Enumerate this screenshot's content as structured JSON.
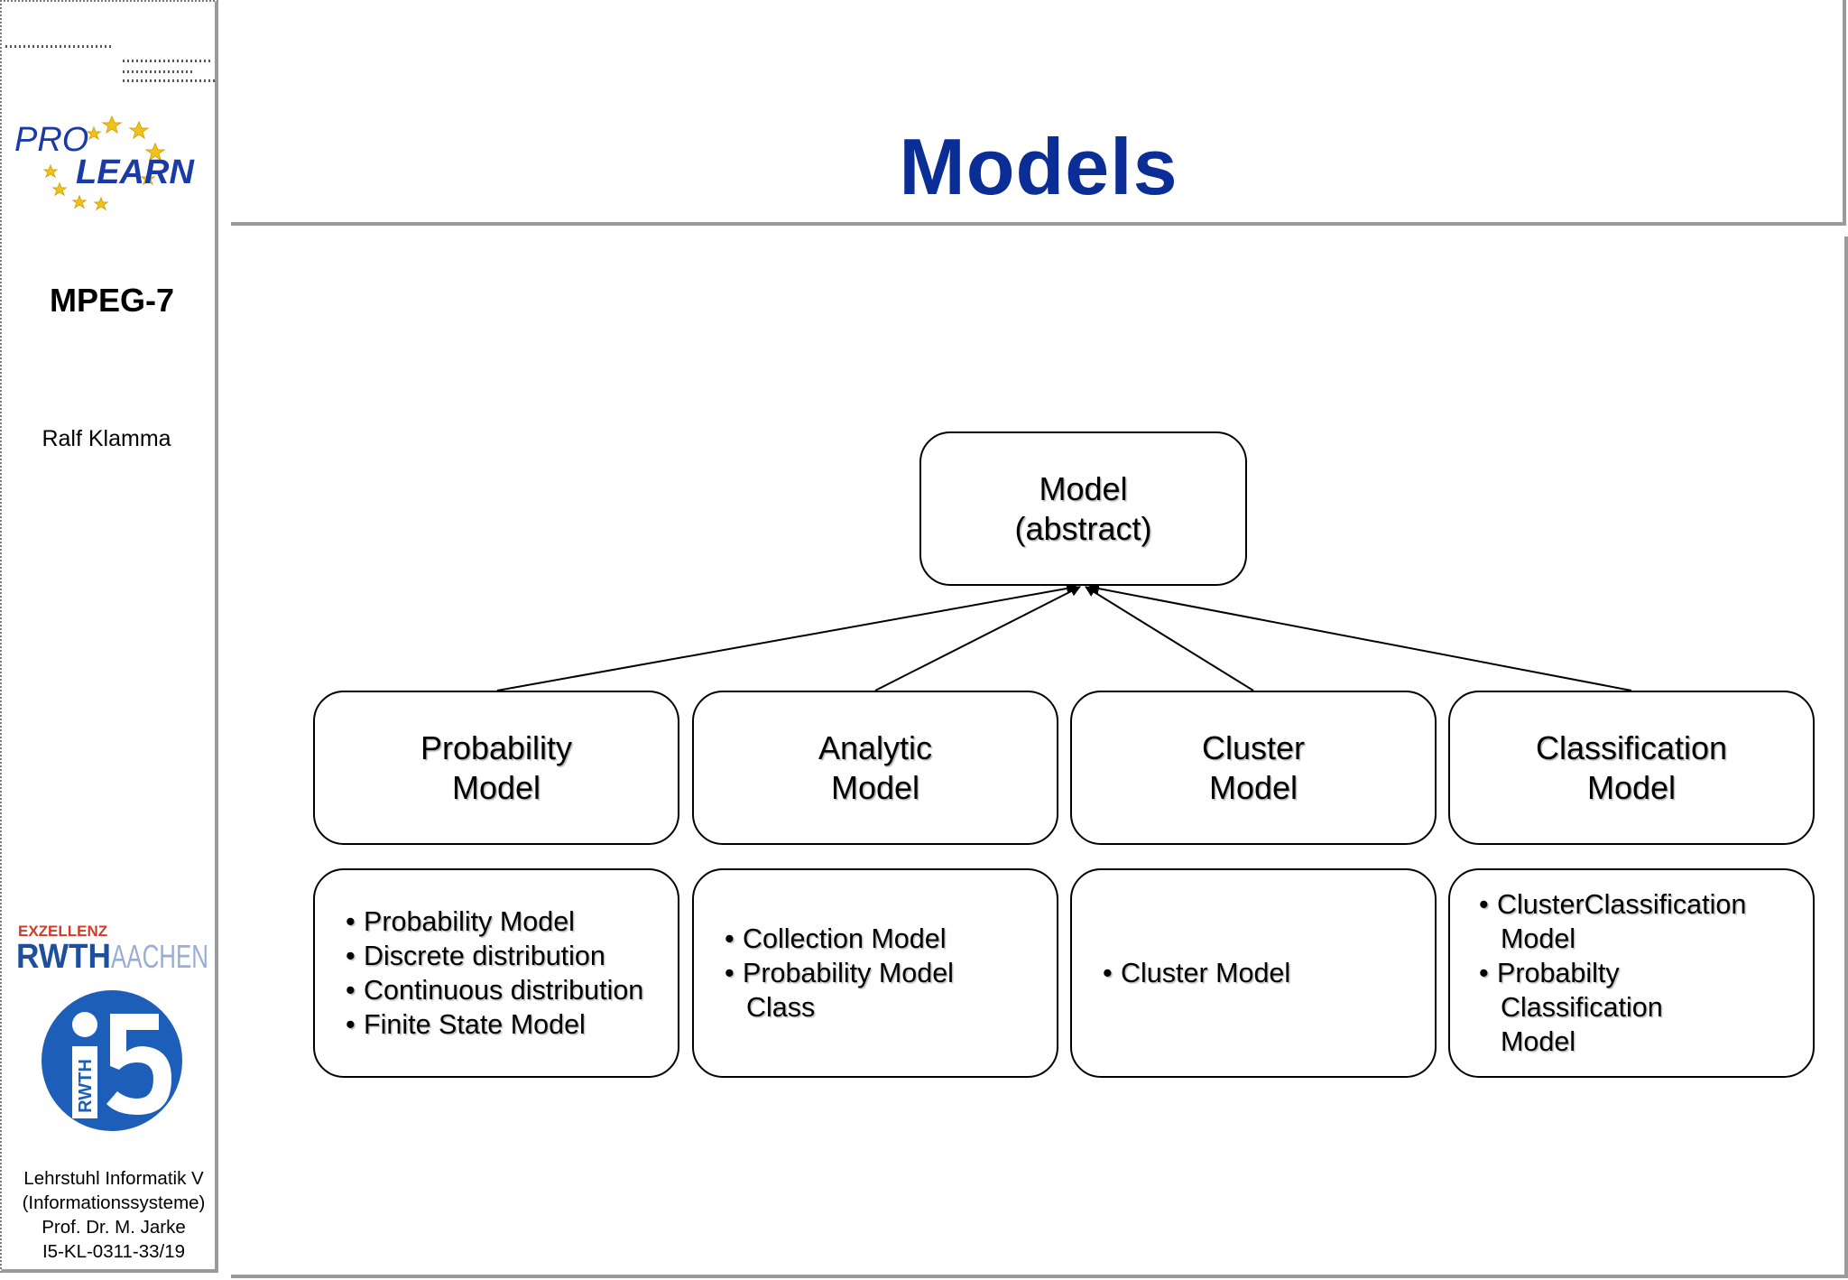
{
  "sidebar": {
    "logo_text": {
      "pro": "PRO",
      "learn": "LEARN"
    },
    "title": "MPEG-7",
    "author": "Ralf Klamma",
    "rwth": {
      "exzellenz": "EXZELLENZ",
      "rwth": "RWTH",
      "aachen": "AACHEN"
    },
    "footer_lines": [
      "Lehrstuhl Informatik V",
      "(Informationssysteme)",
      "Prof. Dr. M. Jarke",
      "I5-KL-0311-33/19"
    ]
  },
  "slide": {
    "title": "Models"
  },
  "diagram": {
    "root": {
      "lines": [
        "Model",
        "(abstract)"
      ]
    },
    "children": [
      {
        "lines": [
          "Probability",
          "Model"
        ]
      },
      {
        "lines": [
          "Analytic",
          "Model"
        ]
      },
      {
        "lines": [
          "Cluster",
          "Model"
        ]
      },
      {
        "lines": [
          "Classification",
          "Model"
        ]
      }
    ],
    "details": [
      {
        "items": [
          [
            "Probability Model"
          ],
          [
            "Discrete distribution"
          ],
          [
            "Continuous distribution"
          ],
          [
            "Finite State Model"
          ]
        ]
      },
      {
        "items": [
          [
            "Collection Model"
          ],
          [
            "Probability Model",
            "Class"
          ]
        ]
      },
      {
        "items": [
          [
            "Cluster Model"
          ]
        ]
      },
      {
        "items": [
          [
            "ClusterClassification",
            "Model"
          ],
          [
            "Probabilty",
            "Classification",
            "Model"
          ]
        ]
      }
    ]
  },
  "colors": {
    "title": "#0a2d96",
    "frame": "#9a9a9a",
    "rwth_blue": "#1d4f9a",
    "exzellenz_red": "#d23a2a"
  }
}
